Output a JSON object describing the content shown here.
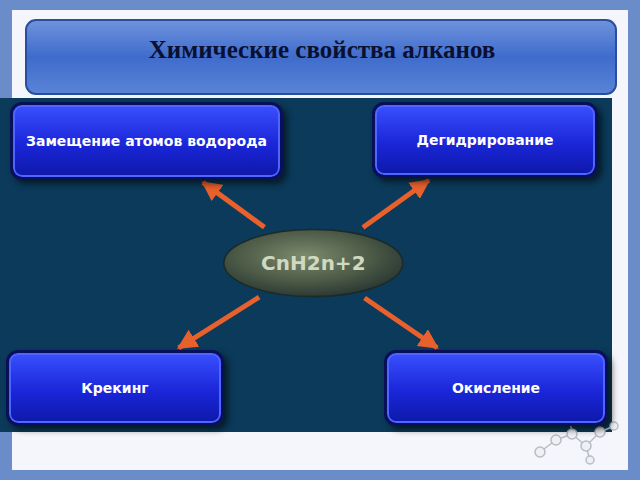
{
  "diagram": {
    "title": "Химические свойства алканов",
    "nodes": [
      {
        "text": [
          "Замещение атомов водорода"
        ]
      },
      {
        "text": [
          "Дегидрирование"
        ]
      },
      {
        "text": [
          "CnH2n+2"
        ]
      },
      {
        "text": [
          "Крекинг"
        ]
      },
      {
        "text": [
          "Окисление"
        ]
      }
    ],
    "edges": [
      {
        "from": 2,
        "to": 0,
        "arrow": "to"
      },
      {
        "from": 2,
        "to": 1,
        "arrow": "to"
      },
      {
        "from": 2,
        "to": 3,
        "arrow": "to"
      },
      {
        "from": 2,
        "to": 4,
        "arrow": "to"
      }
    ]
  }
}
